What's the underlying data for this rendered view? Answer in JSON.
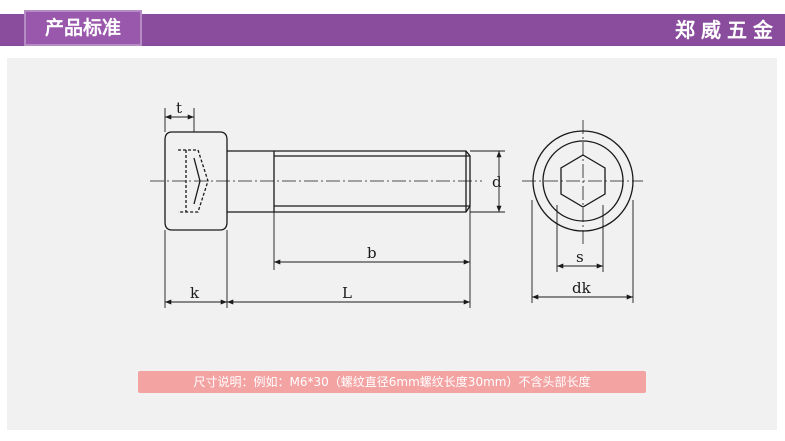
{
  "header": {
    "section_title": "产品标准",
    "brand": "郑威五金"
  },
  "drawing": {
    "labels": {
      "t": "t",
      "d": "d",
      "b": "b",
      "s": "s",
      "k": "k",
      "L": "L",
      "dk": "dk"
    }
  },
  "caption": "尺寸说明：例如：M6*30（螺纹直径6mm螺纹长度30mm）不含头部长度",
  "colors": {
    "header_bar": "#8a4c9c",
    "caption_bg": "#f4a3a3",
    "line": "#1a1a1a"
  }
}
